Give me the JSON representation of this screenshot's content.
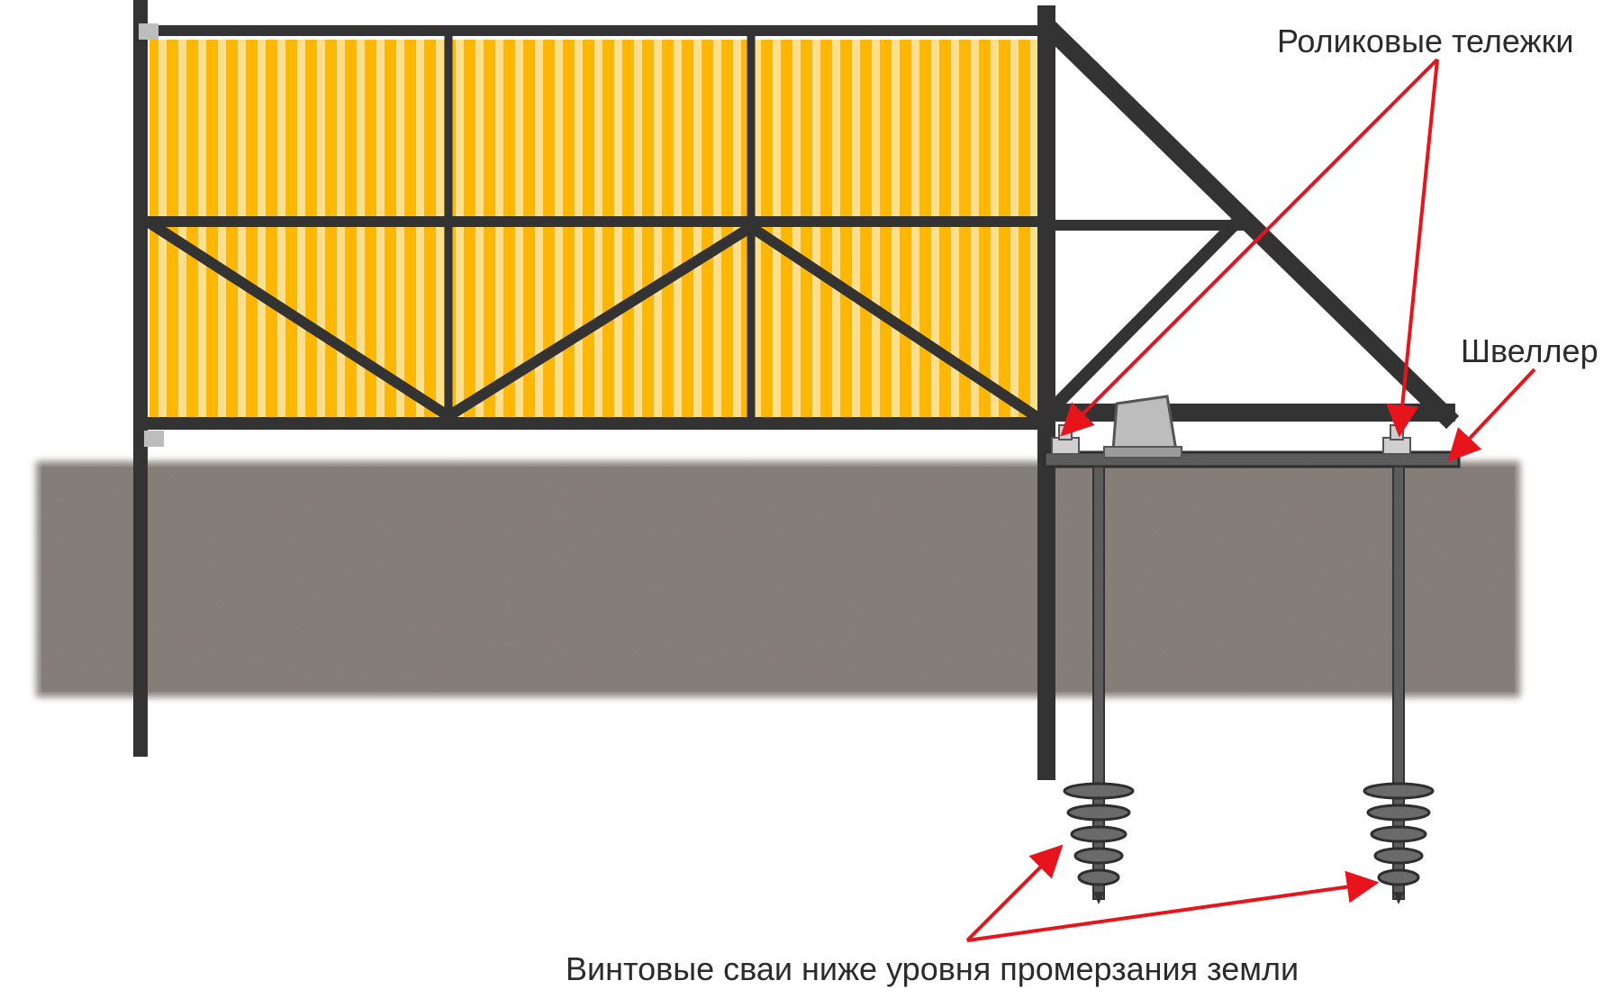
{
  "labels": {
    "roller_carriages": "Роликовые тележки",
    "channel": "Швеллер",
    "screw_piles": "Винтовые сваи ниже уровня промерзания земли"
  },
  "colors": {
    "frame": "#333333",
    "sheet_dark": "#ffb703",
    "sheet_light": "#ffdf8a",
    "ground": "#8d8682",
    "arrow": "#e8141b",
    "channel_steel": "#5c5c5c",
    "drive_unit": "#bdbdbd"
  }
}
